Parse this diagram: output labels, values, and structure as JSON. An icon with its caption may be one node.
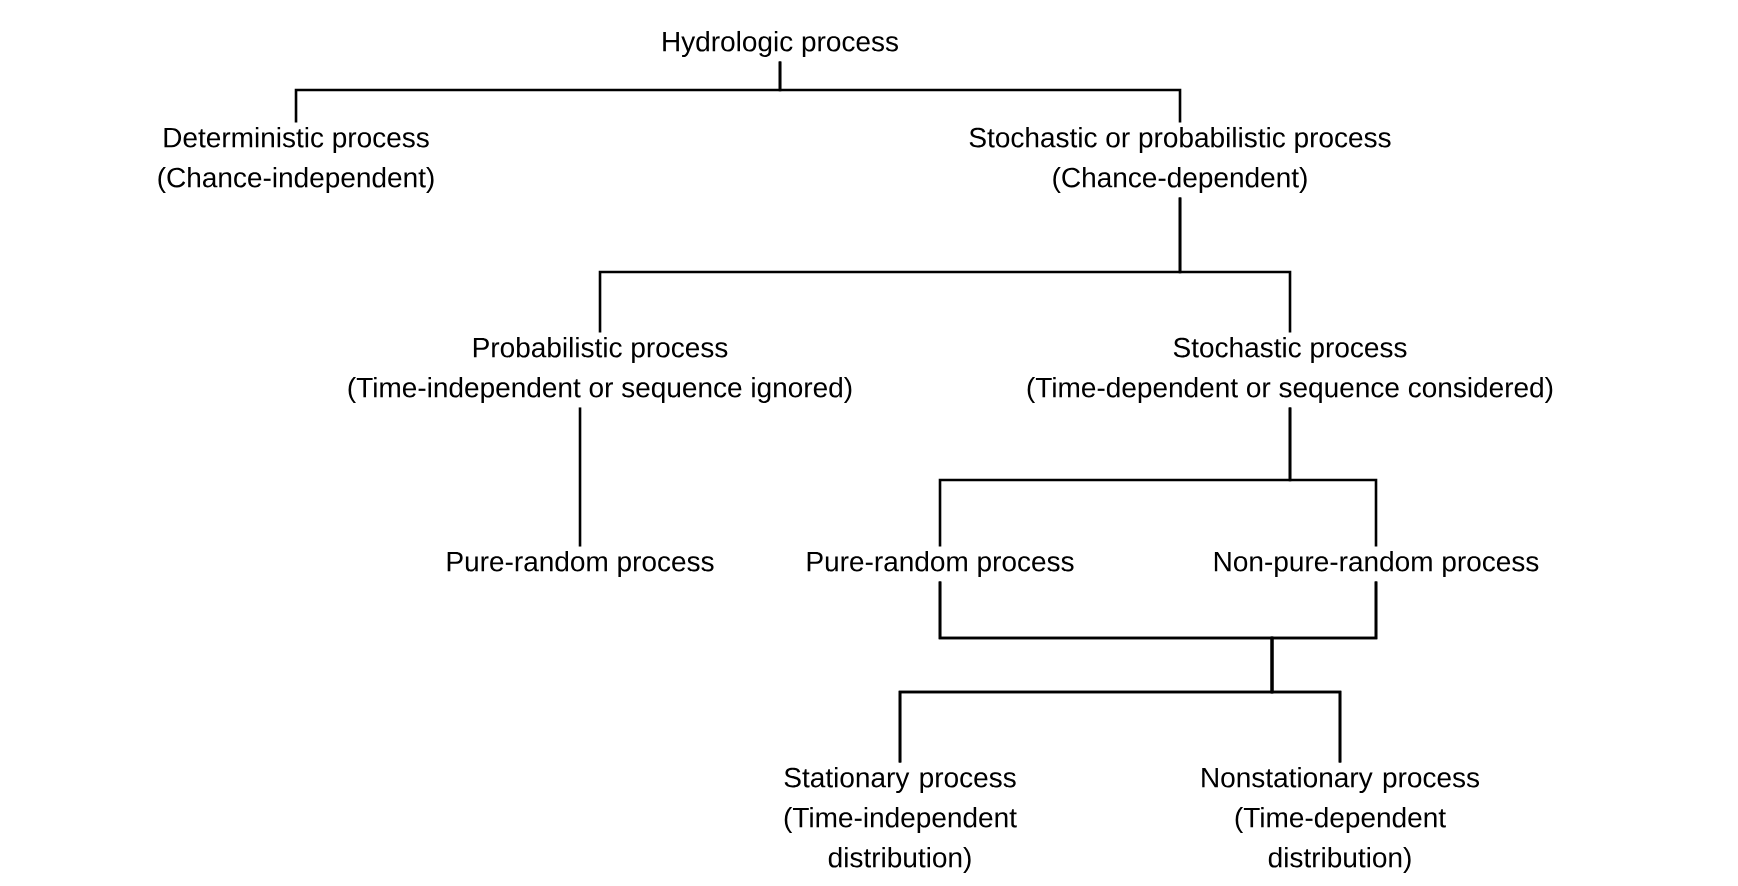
{
  "diagram": {
    "nodes": [
      {
        "text": [
          "Hydrologic process"
        ]
      },
      {
        "text": [
          "Deterministic process",
          "(Chance-independent)"
        ]
      },
      {
        "text": [
          "Stochastic or probabilistic process",
          "(Chance-dependent)"
        ]
      },
      {
        "text": [
          "Probabilistic process",
          "(Time-independent or sequence ignored)"
        ]
      },
      {
        "text": [
          "Stochastic process",
          "(Time-dependent or sequence considered)"
        ]
      },
      {
        "text": [
          "Pure-random process"
        ]
      },
      {
        "text": [
          "Pure-random process"
        ]
      },
      {
        "text": [
          "Non-pure-random process"
        ]
      },
      {
        "text": [
          "Stationary process",
          "(Time-independent distribution)"
        ]
      },
      {
        "text": [
          "Nonstationary process",
          "(Time-dependent distribution)"
        ]
      }
    ],
    "edges": [
      {
        "from": 0,
        "to": 1,
        "arrow": "none"
      },
      {
        "from": 0,
        "to": 2,
        "arrow": "none"
      },
      {
        "from": 2,
        "to": 3,
        "arrow": "none"
      },
      {
        "from": 2,
        "to": 4,
        "arrow": "none"
      },
      {
        "from": 3,
        "to": 5,
        "arrow": "none"
      },
      {
        "from": 4,
        "to": 6,
        "arrow": "none"
      },
      {
        "from": 4,
        "to": 7,
        "arrow": "none"
      },
      {
        "from": 6,
        "to": 8,
        "arrow": "none"
      },
      {
        "from": 6,
        "to": 9,
        "arrow": "none"
      },
      {
        "from": 7,
        "to": 8,
        "arrow": "none"
      },
      {
        "from": 7,
        "to": 9,
        "arrow": "none"
      }
    ]
  }
}
